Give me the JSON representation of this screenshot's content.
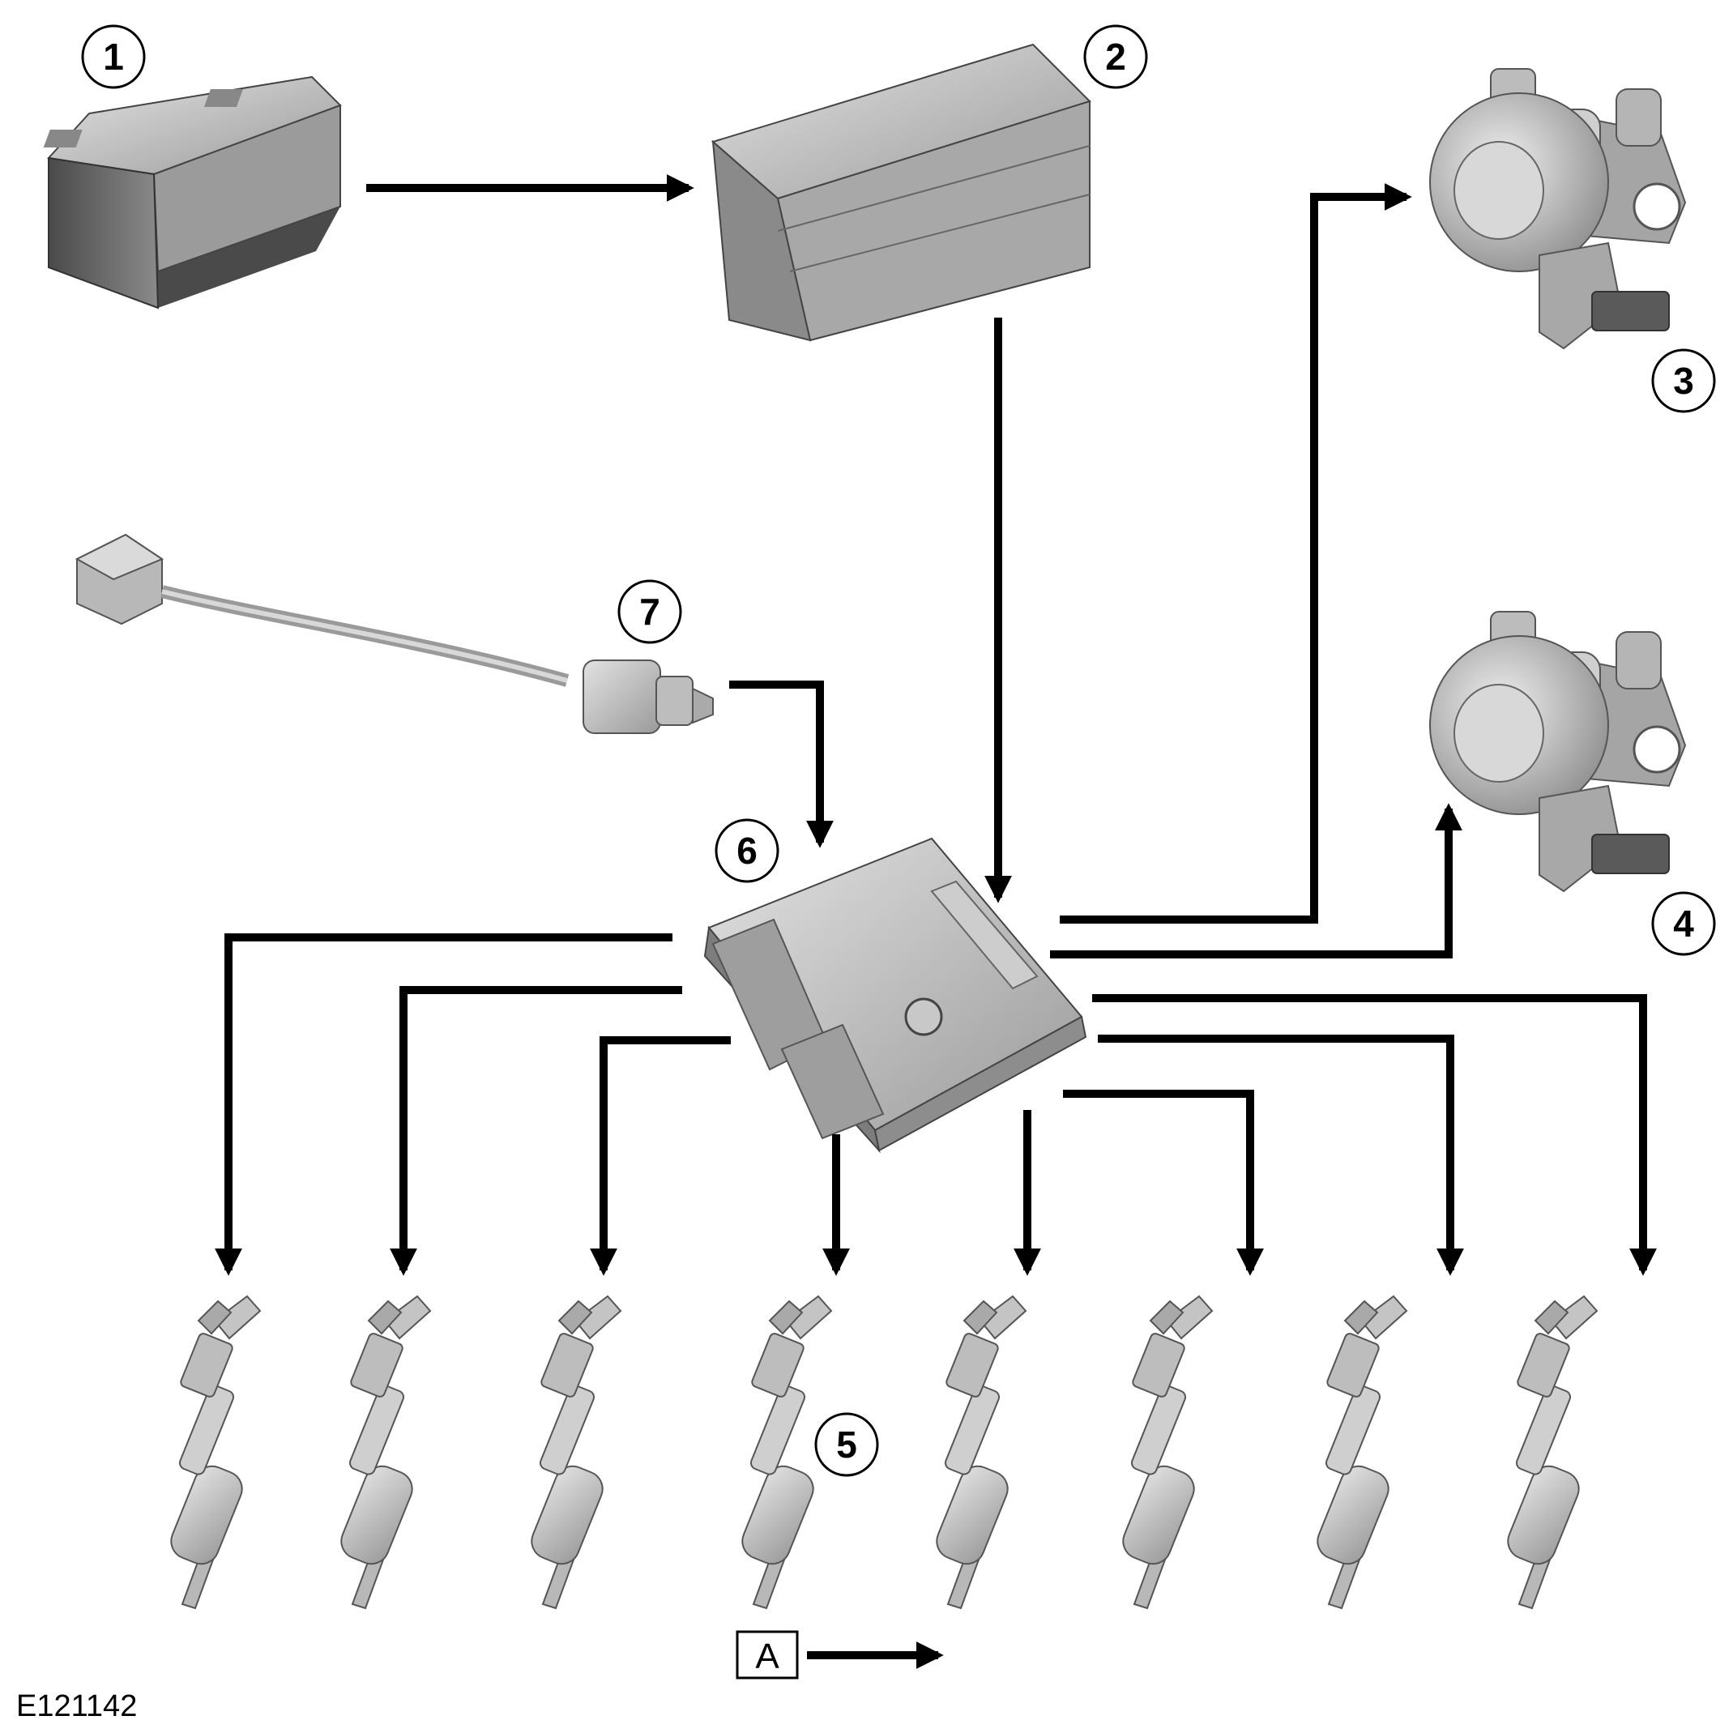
{
  "figure_id": "E121142",
  "callouts": {
    "c1": "1",
    "c2": "2",
    "c3": "3",
    "c4": "4",
    "c5": "5",
    "c6": "6",
    "c7": "7"
  },
  "legend": {
    "label": "A"
  },
  "colors": {
    "arrow": "#000000",
    "component_fill": "#c8c8c8",
    "component_dark": "#6e6e6e",
    "background": "#ffffff"
  },
  "components": [
    {
      "callout": "1",
      "icon": "battery-icon"
    },
    {
      "callout": "2",
      "icon": "fuse-box-icon"
    },
    {
      "callout": "3",
      "icon": "fuel-pump-icon"
    },
    {
      "callout": "4",
      "icon": "fuel-pump-icon"
    },
    {
      "callout": "5",
      "icon": "fuel-injector-icon"
    },
    {
      "callout": "6",
      "icon": "ecm-module-icon"
    },
    {
      "callout": "7",
      "icon": "sensor-icon"
    }
  ]
}
